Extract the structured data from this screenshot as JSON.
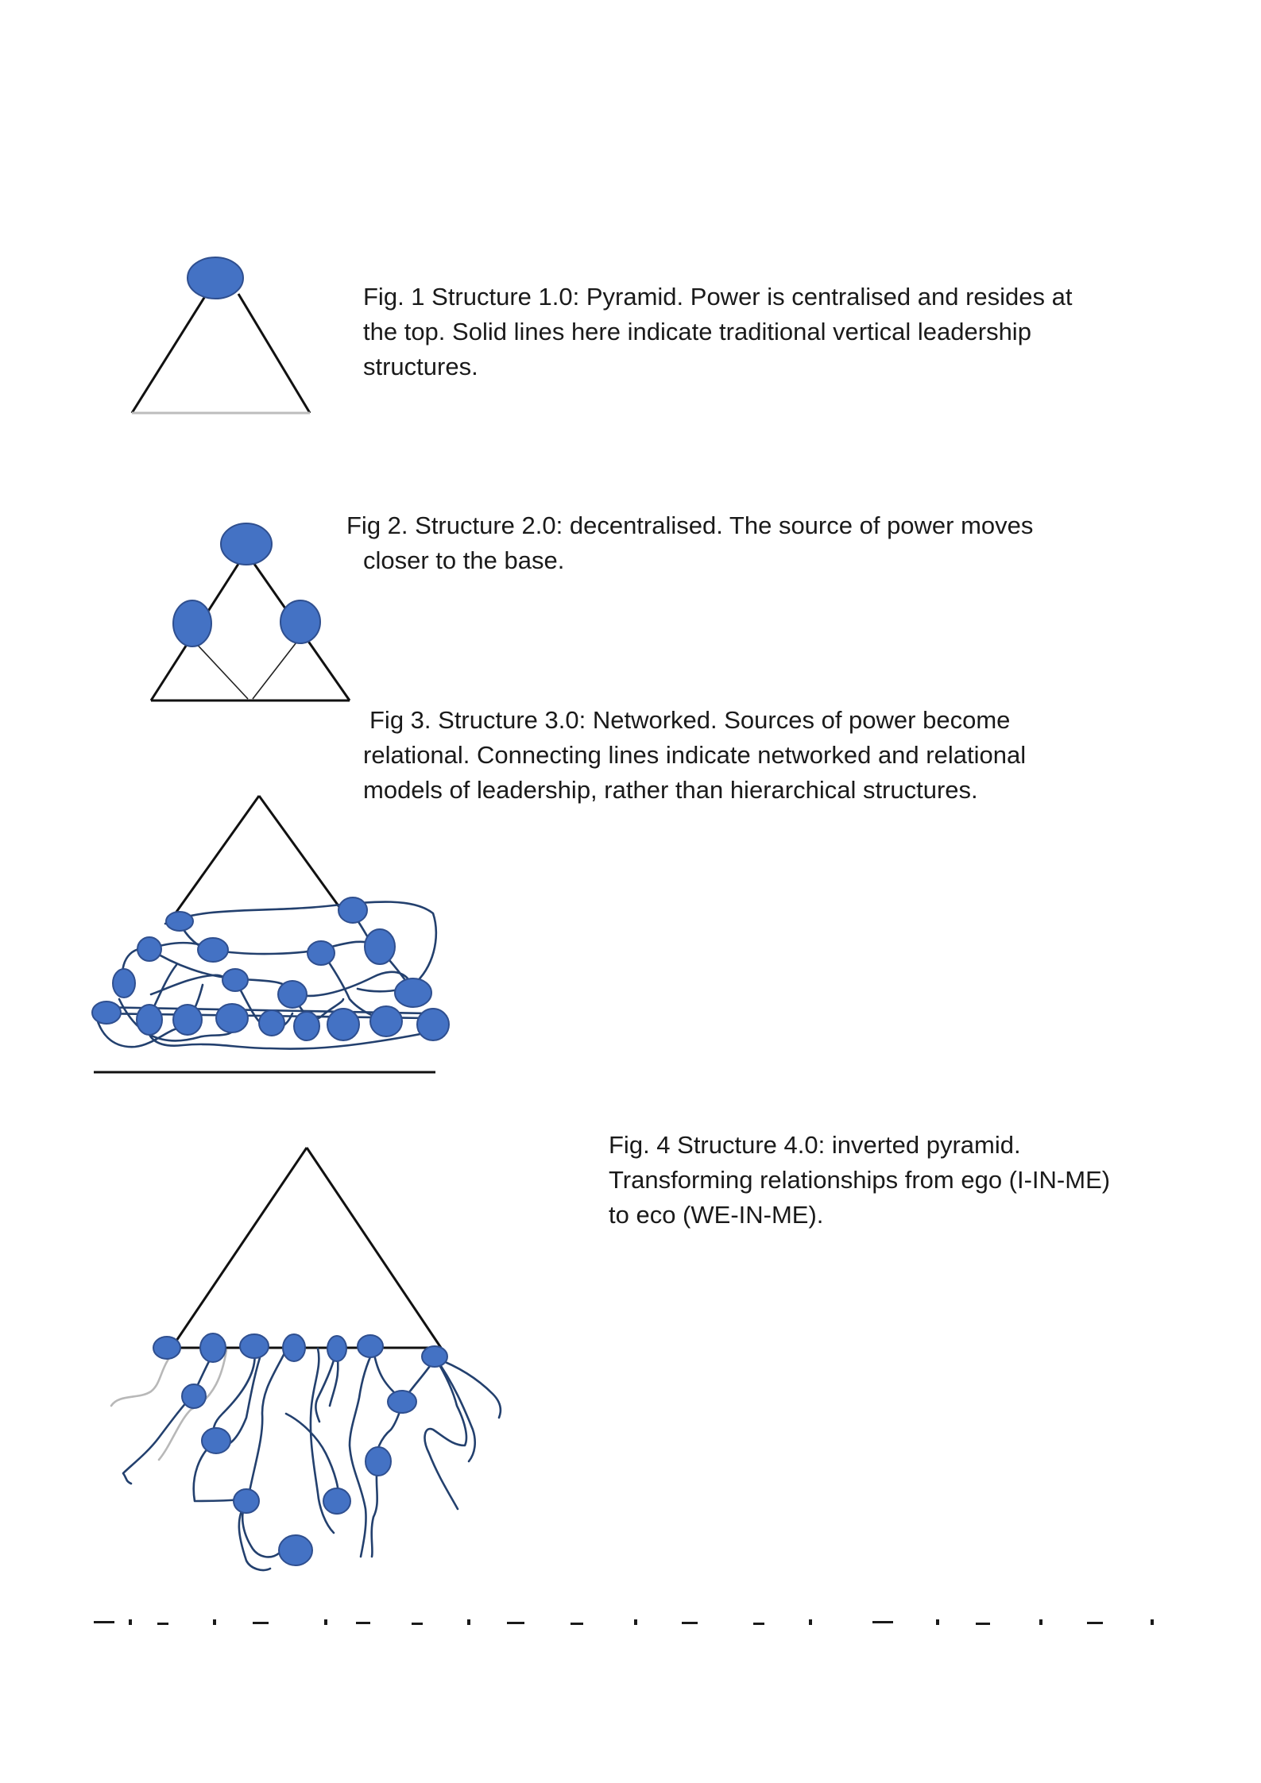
{
  "figures": [
    {
      "id": "fig1",
      "caption_lines": [
        "Fig. 1    Structure 1.0: Pyramid. Power is centralised and resides at",
        "the top. Solid lines here indicate traditional vertical leadership",
        "structures."
      ]
    },
    {
      "id": "fig2",
      "caption_lines": [
        "Fig 2. Structure 2.0: decentralised. The source of power moves",
        "closer to the base."
      ]
    },
    {
      "id": "fig3",
      "caption_lines": [
        "Fig 3. Structure 3.0: Networked. Sources of power become",
        "relational. Connecting lines indicate networked and relational",
        "models of leadership, rather than hierarchical structures."
      ]
    },
    {
      "id": "fig4",
      "caption_lines": [
        "Fig. 4 Structure 4.0: inverted pyramid.",
        "Transforming relationships from ego (I-IN-ME)",
        "to eco (WE-IN-ME)."
      ]
    }
  ],
  "colors": {
    "node_fill": "#4472c4",
    "network_line": "#23406e"
  }
}
